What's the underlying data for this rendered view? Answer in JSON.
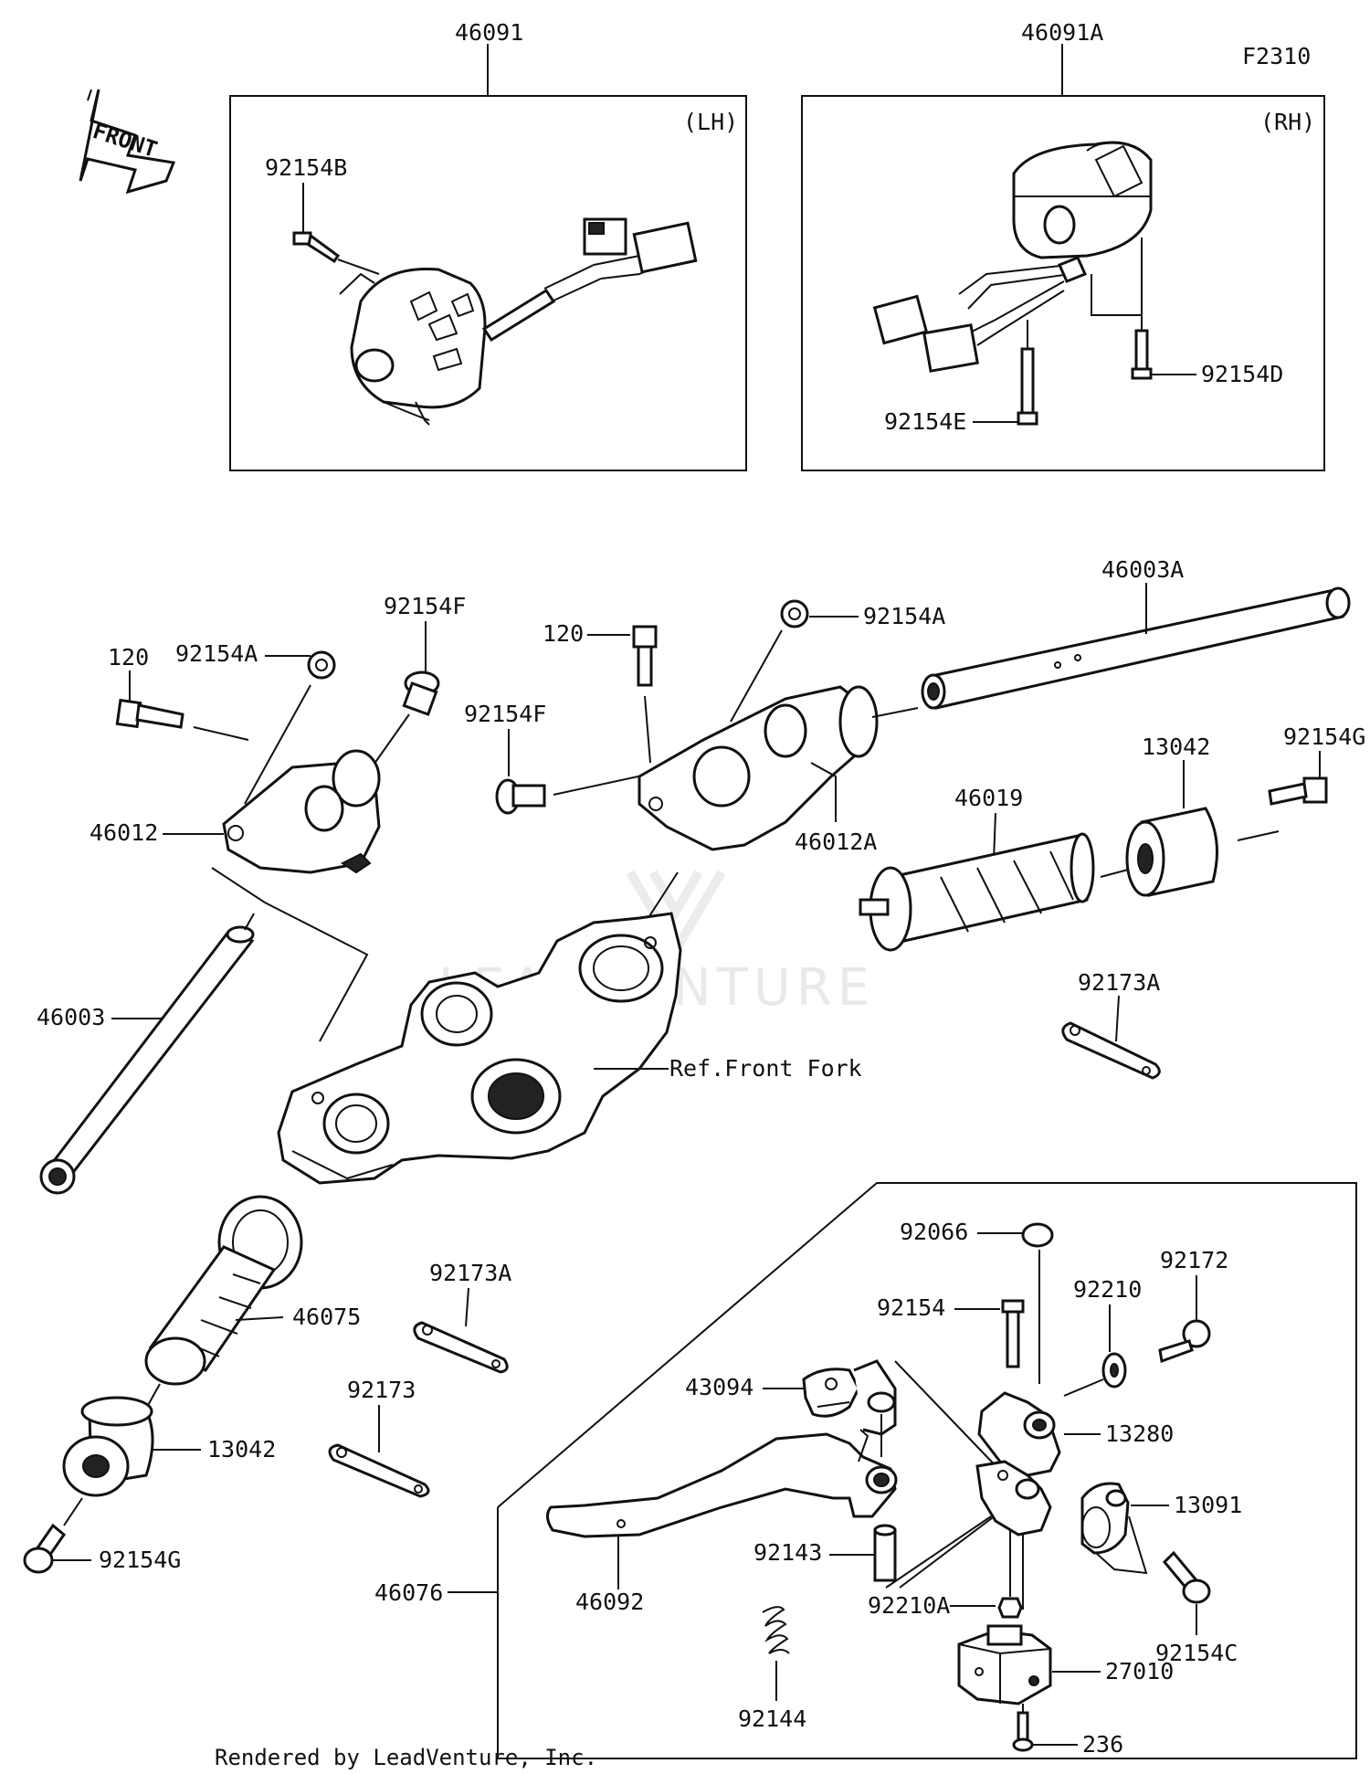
{
  "diagram_code": "F2310",
  "front_arrow_label": "FRONT",
  "watermark": "LEADVENTURE",
  "footer_credit": "Rendered by LeadVenture, Inc.",
  "insets": {
    "lh": {
      "part_number": "46091",
      "side_label": "(LH)"
    },
    "rh": {
      "part_number": "46091A",
      "side_label": "(RH)"
    }
  },
  "reference_label": "Ref.Front Fork",
  "callouts": {
    "c_92154B": "92154B",
    "c_92154D": "92154D",
    "c_92154E": "92154E",
    "c_120_left": "120",
    "c_92154A_left": "92154A",
    "c_92154F_left": "92154F",
    "c_46012": "46012",
    "c_46003": "46003",
    "c_120_mid": "120",
    "c_92154A_mid": "92154A",
    "c_92154F_mid": "92154F",
    "c_46012A": "46012A",
    "c_46003A": "46003A",
    "c_13042_right": "13042",
    "c_92154G_right": "92154G",
    "c_46019": "46019",
    "c_92173A_right": "92173A",
    "c_46075": "46075",
    "c_13042_left": "13042",
    "c_92154G_left": "92154G",
    "c_92173A_left": "92173A",
    "c_92173": "92173",
    "c_92066": "92066",
    "c_92172": "92172",
    "c_92154": "92154",
    "c_92210": "92210",
    "c_43094": "43094",
    "c_13280": "13280",
    "c_13091": "13091",
    "c_46092": "46092",
    "c_92143": "92143",
    "c_92210A": "92210A",
    "c_46076": "46076",
    "c_92154C": "92154C",
    "c_92144": "92144",
    "c_27010": "27010",
    "c_236": "236"
  }
}
